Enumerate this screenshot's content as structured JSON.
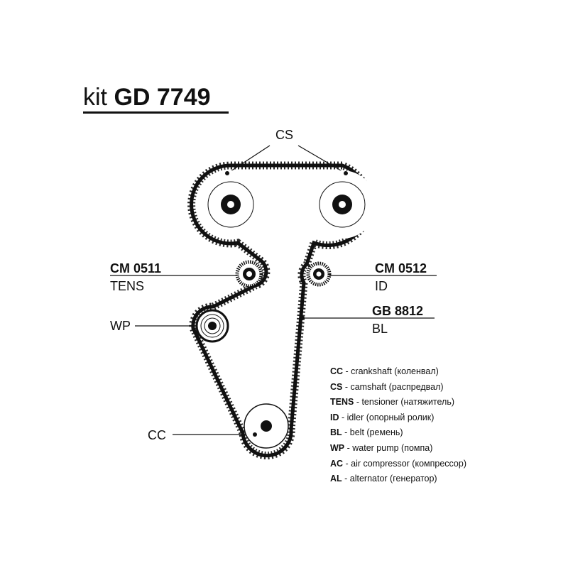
{
  "title": {
    "prefix": "kit",
    "code": "GD 7749"
  },
  "labels": {
    "cs": "CS",
    "tens_code": "CM 0511",
    "tens": "TENS",
    "id_code": "CM 0512",
    "id": "ID",
    "belt_code": "GB 8812",
    "belt": "BL",
    "wp": "WP",
    "cc": "CC"
  },
  "legend": [
    {
      "abbr": "CC",
      "text": " - crankshaft (коленвал)"
    },
    {
      "abbr": "CS",
      "text": " - camshaft (распредвал)"
    },
    {
      "abbr": "TENS",
      "text": " - tensioner (натяжитель)"
    },
    {
      "abbr": "ID",
      "text": " - idler (опорный ролик)"
    },
    {
      "abbr": "BL",
      "text": " - belt (ремень)"
    },
    {
      "abbr": "WP",
      "text": " - water pump (помпа)"
    },
    {
      "abbr": "AC",
      "text": " - air compressor (компрессор)"
    },
    {
      "abbr": "AL",
      "text": " - alternator (генератор)"
    }
  ]
}
